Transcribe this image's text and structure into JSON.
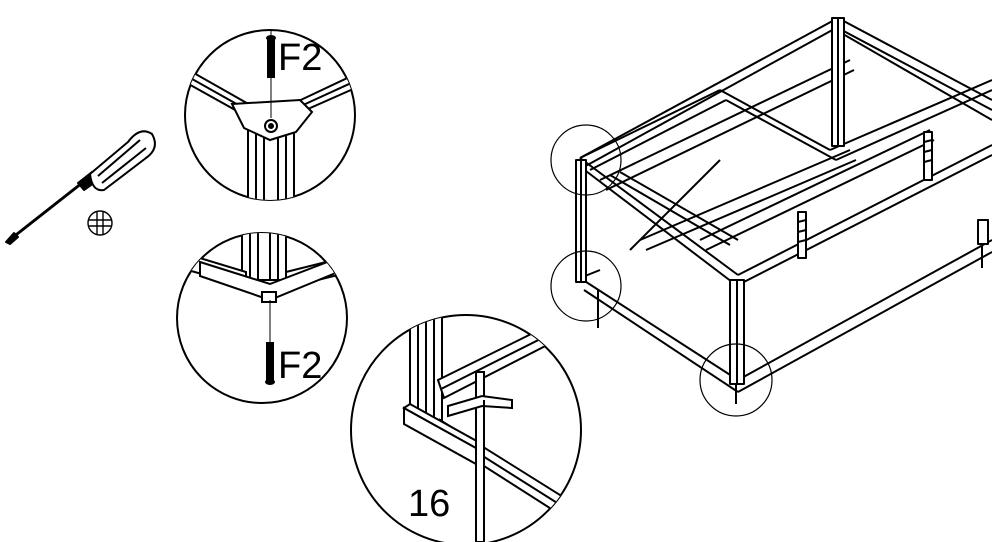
{
  "labels": {
    "fastener_top": "F2",
    "fastener_bottom": "F2",
    "part_number": "16"
  },
  "icons": {
    "tool": "screwdriver-icon",
    "drive_type": "phillips-head-icon"
  },
  "colors": {
    "line": "#000000",
    "fill": "#ffffff",
    "frame_gray": "#e8e8e8"
  }
}
